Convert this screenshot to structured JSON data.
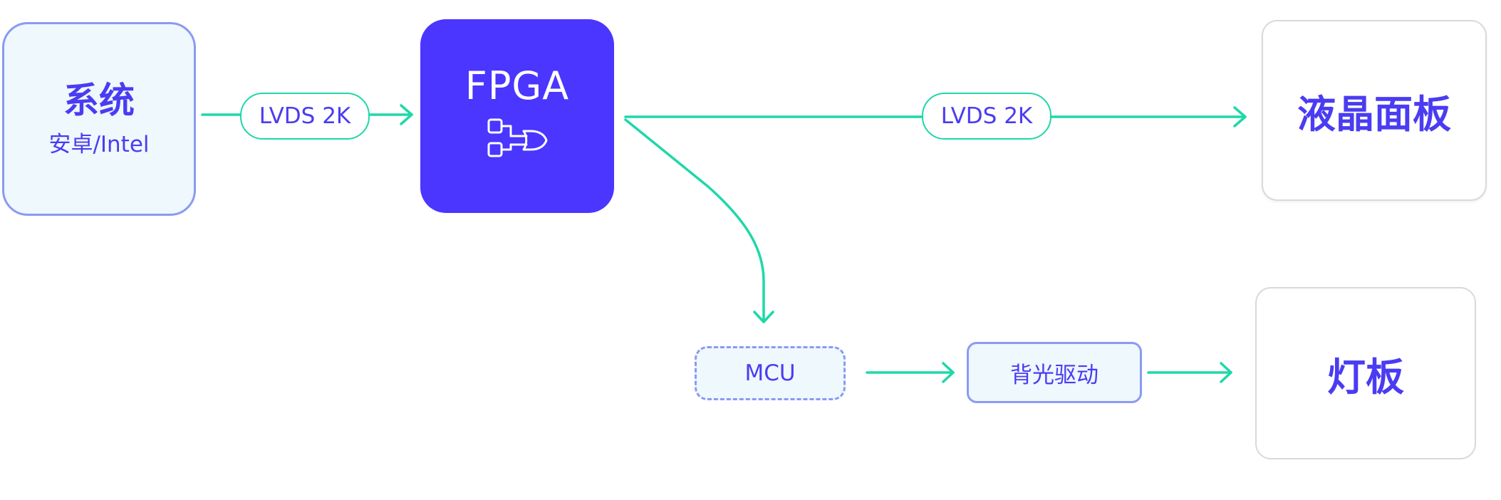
{
  "nodes": {
    "system": {
      "title": "系统",
      "subtitle": "安卓/Intel"
    },
    "fpga": {
      "title": "FPGA",
      "icon": "logic-gate-icon"
    },
    "panel": {
      "title": "液晶面板"
    },
    "mcu": {
      "title": "MCU"
    },
    "driver": {
      "title": "背光驱动"
    },
    "lamp": {
      "title": "灯板"
    }
  },
  "edges": {
    "system_fpga_label": "LVDS 2K",
    "fpga_panel_label": "LVDS 2K"
  },
  "colors": {
    "accent": "#4a36ff",
    "label_text": "#4a3cf2",
    "connector": "#1ed8a8",
    "node_fill": "#eef8fd",
    "node_border": "#8b9af3",
    "card_border": "#d9d9d9"
  }
}
